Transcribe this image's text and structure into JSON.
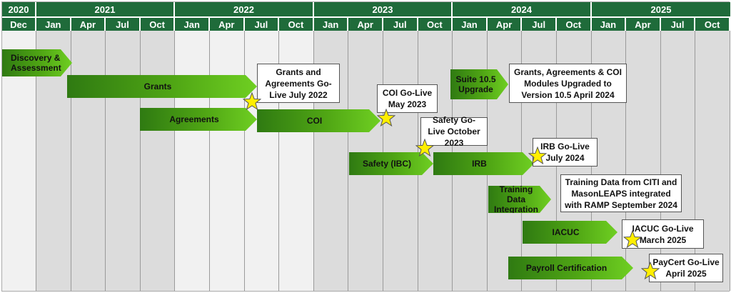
{
  "years": [
    "2020",
    "2021",
    "2022",
    "2023",
    "2024",
    "2025"
  ],
  "quarters": [
    "Dec",
    "Jan",
    "Apr",
    "Jul",
    "Oct",
    "Jan",
    "Apr",
    "Jul",
    "Oct",
    "Jan",
    "Apr",
    "Jul",
    "Oct",
    "Jan",
    "Apr",
    "Jul",
    "Oct",
    "Jan",
    "Apr",
    "Jul",
    "Oct"
  ],
  "bars": [
    {
      "label": "Discovery & Assessment"
    },
    {
      "label": "Grants"
    },
    {
      "label": "Agreements"
    },
    {
      "label": "COI"
    },
    {
      "label": "Suite 10.5 Upgrade"
    },
    {
      "label": "Safety (IBC)"
    },
    {
      "label": "IRB"
    },
    {
      "label": "Training Data Integration"
    },
    {
      "label": "IACUC"
    },
    {
      "label": "Payroll Certification"
    }
  ],
  "callouts": [
    {
      "text": "Grants and Agreements Go-Live July 2022"
    },
    {
      "text": "COI Go-Live May 2023"
    },
    {
      "text": "Safety Go-Live October 2023"
    },
    {
      "text": "Grants, Agreements & COI Modules Upgraded to Version 10.5 April 2024"
    },
    {
      "text": "IRB Go-Live July 2024"
    },
    {
      "text": "Training Data from CITI and MasonLEAPS integrated with RAMP September 2024"
    },
    {
      "text": "IACUC Go-Live March 2025"
    },
    {
      "text": "PayCert Go-Live April 2025"
    }
  ],
  "colors": {
    "header": "#1f6b3a",
    "bar_dark": "#2f7a12",
    "bar_light": "#6fcf22",
    "star": "#ffee00"
  }
}
